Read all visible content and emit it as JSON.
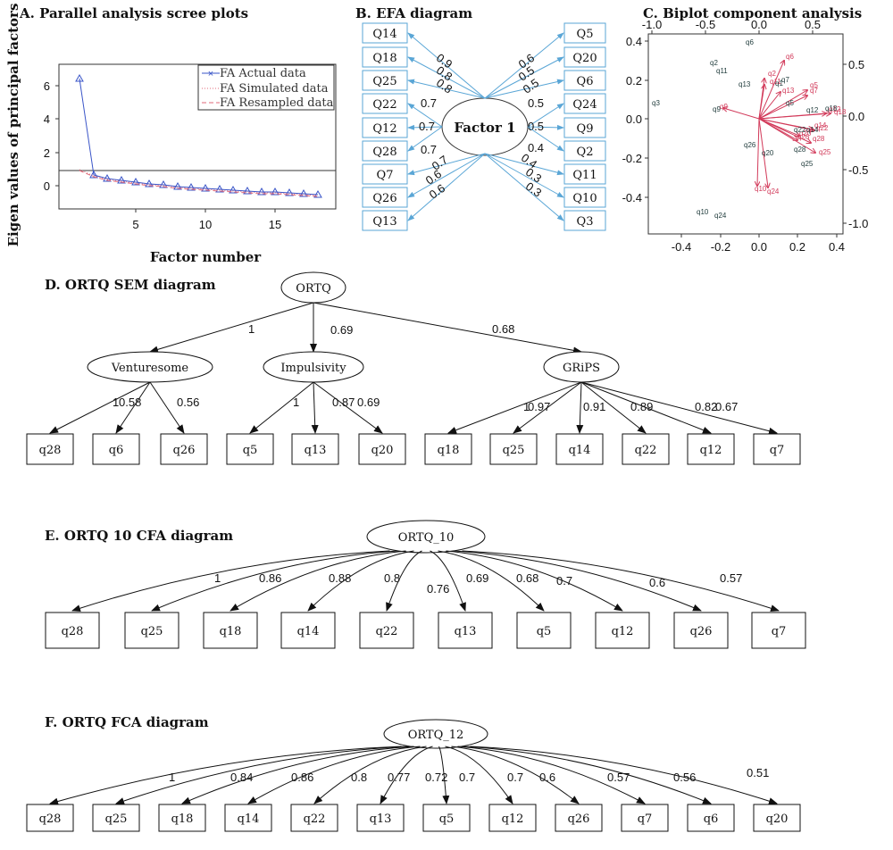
{
  "panels": {
    "a": {
      "title": "A. Parallel analysis scree plots",
      "ylabel": "Eigen values of principal factors",
      "xlabel": "Factor number",
      "yticks": [
        "0",
        "2",
        "4",
        "6"
      ],
      "xticks": [
        "5",
        "10",
        "15"
      ],
      "legend": [
        "FA Actual data",
        "FA Simulated data",
        "FA Resampled data"
      ]
    },
    "b": {
      "title": "B. EFA diagram",
      "factor": "Factor 1",
      "left": [
        {
          "item": "Q14",
          "load": "0.9"
        },
        {
          "item": "Q18",
          "load": "0.8"
        },
        {
          "item": "Q25",
          "load": "0.8"
        },
        {
          "item": "Q22",
          "load": "0.7"
        },
        {
          "item": "Q12",
          "load": "0.7"
        },
        {
          "item": "Q28",
          "load": "0.7"
        },
        {
          "item": "Q7",
          "load": "0.7"
        },
        {
          "item": "Q26",
          "load": "0.6"
        },
        {
          "item": "Q13",
          "load": "0.6"
        }
      ],
      "right": [
        {
          "item": "Q5",
          "load": "0.6"
        },
        {
          "item": "Q20",
          "load": "0.5"
        },
        {
          "item": "Q6",
          "load": "0.5"
        },
        {
          "item": "Q24",
          "load": "0.5"
        },
        {
          "item": "Q9",
          "load": "0.5"
        },
        {
          "item": "Q2",
          "load": "0.4"
        },
        {
          "item": "Q11",
          "load": "0.4"
        },
        {
          "item": "Q10",
          "load": "0.3"
        },
        {
          "item": "Q3",
          "load": "0.3"
        }
      ]
    },
    "c": {
      "title": "C. Biplot component analysis",
      "top_ticks": [
        "-1.0",
        "-0.5",
        "0.0",
        "0.5"
      ],
      "right_ticks": [
        "0.5",
        "0.0",
        "-0.5",
        "-1.0"
      ],
      "left_ticks": [
        "0.4",
        "0.2",
        "0.0",
        "-0.2",
        "-0.4"
      ],
      "bottom_ticks": [
        "-0.4",
        "-0.2",
        "0.0",
        "0.2",
        "0.4"
      ],
      "points": [
        "q6",
        "q2",
        "q11",
        "q13",
        "q3",
        "q9",
        "q26",
        "q20",
        "q28",
        "q25",
        "q10",
        "q24",
        "q12",
        "q18",
        "q14",
        "q22",
        "q5",
        "q7",
        "q1"
      ],
      "arrows": [
        "q6",
        "q2",
        "q11",
        "q13",
        "q5",
        "q7",
        "q12",
        "q18",
        "q14",
        "q22",
        "q28",
        "q25",
        "q10",
        "q24",
        "q9",
        "q20",
        "q26"
      ]
    },
    "d": {
      "title": "D. ORTQ SEM diagram",
      "root": "ORTQ",
      "latents": [
        {
          "name": "Venturesome",
          "load": "1"
        },
        {
          "name": "Impulsivity",
          "load": "0.69"
        },
        {
          "name": "GRiPS",
          "load": "0.68"
        }
      ],
      "items": [
        {
          "name": "q28",
          "load": "1"
        },
        {
          "name": "q6",
          "load": "0.58"
        },
        {
          "name": "q26",
          "load": "0.56"
        },
        {
          "name": "q5",
          "load": "1"
        },
        {
          "name": "q13",
          "load": "0.87"
        },
        {
          "name": "q20",
          "load": "0.69"
        },
        {
          "name": "q18",
          "load": "1"
        },
        {
          "name": "q25",
          "load": "0.97"
        },
        {
          "name": "q14",
          "load": "0.91"
        },
        {
          "name": "q22",
          "load": "0.89"
        },
        {
          "name": "q12",
          "load": "0.82"
        },
        {
          "name": "q7",
          "load": "0.67"
        }
      ]
    },
    "e": {
      "title": "E. ORTQ 10 CFA diagram",
      "root": "ORTQ_10",
      "items": [
        {
          "name": "q28",
          "load": "1"
        },
        {
          "name": "q25",
          "load": "0.86"
        },
        {
          "name": "q18",
          "load": "0.88"
        },
        {
          "name": "q14",
          "load": "0.8"
        },
        {
          "name": "q22",
          "load": "0.76"
        },
        {
          "name": "q13",
          "load": "0.69"
        },
        {
          "name": "q5",
          "load": "0.68"
        },
        {
          "name": "q12",
          "load": "0.7"
        },
        {
          "name": "q26",
          "load": "0.6"
        },
        {
          "name": "q7",
          "load": "0.57"
        }
      ]
    },
    "f": {
      "title": "F. ORTQ FCA diagram",
      "root": "ORTQ_12",
      "items": [
        {
          "name": "q28",
          "load": "1"
        },
        {
          "name": "q25",
          "load": "0.84"
        },
        {
          "name": "q18",
          "load": "0.86"
        },
        {
          "name": "q14",
          "load": "0.8"
        },
        {
          "name": "q22",
          "load": "0.77"
        },
        {
          "name": "q13",
          "load": "0.72"
        },
        {
          "name": "q5",
          "load": "0.7"
        },
        {
          "name": "q12",
          "load": "0.7"
        },
        {
          "name": "q26",
          "load": "0.6"
        },
        {
          "name": "q7",
          "load": "0.57"
        },
        {
          "name": "q6",
          "load": "0.56"
        },
        {
          "name": "q20",
          "load": "0.51"
        }
      ]
    }
  },
  "colors": {
    "efa_arrow": "#5aa6d6",
    "scree_actual": "#3a55c8",
    "scree_sim": "#e06a7a",
    "biplot_red": "#d23a5a"
  }
}
